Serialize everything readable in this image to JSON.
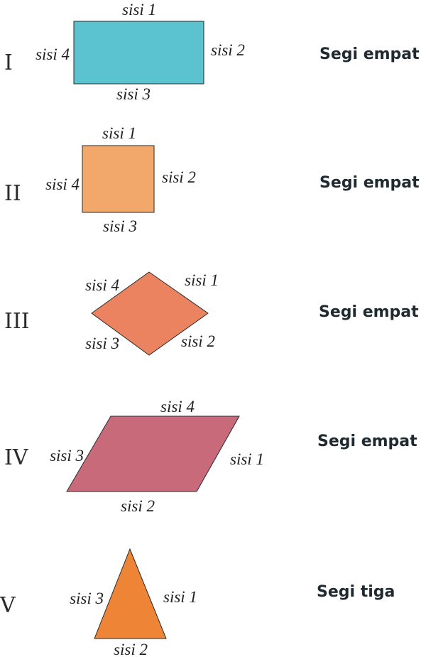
{
  "shapes": [
    {
      "numeral": "I",
      "classification": "Segi empat",
      "fill": "#5bc2cf",
      "sides": [
        "sisi 1",
        "sisi 2",
        "sisi 3",
        "sisi 4"
      ]
    },
    {
      "numeral": "II",
      "classification": "Segi empat",
      "fill": "#f2a86b",
      "sides": [
        "sisi 1",
        "sisi 2",
        "sisi 3",
        "sisi 4"
      ]
    },
    {
      "numeral": "III",
      "classification": "Segi empat",
      "fill": "#ec8360",
      "sides": [
        "sisi 1",
        "sisi 2",
        "sisi 3",
        "sisi 4"
      ]
    },
    {
      "numeral": "IV",
      "classification": "Segi empat",
      "fill": "#c86a7a",
      "sides": [
        "sisi 1",
        "sisi 2",
        "sisi 3",
        "sisi 4"
      ]
    },
    {
      "numeral": "V",
      "classification": "Segi tiga",
      "fill": "#ee8436",
      "sides": [
        "sisi 1",
        "sisi 2",
        "sisi 3"
      ]
    }
  ]
}
